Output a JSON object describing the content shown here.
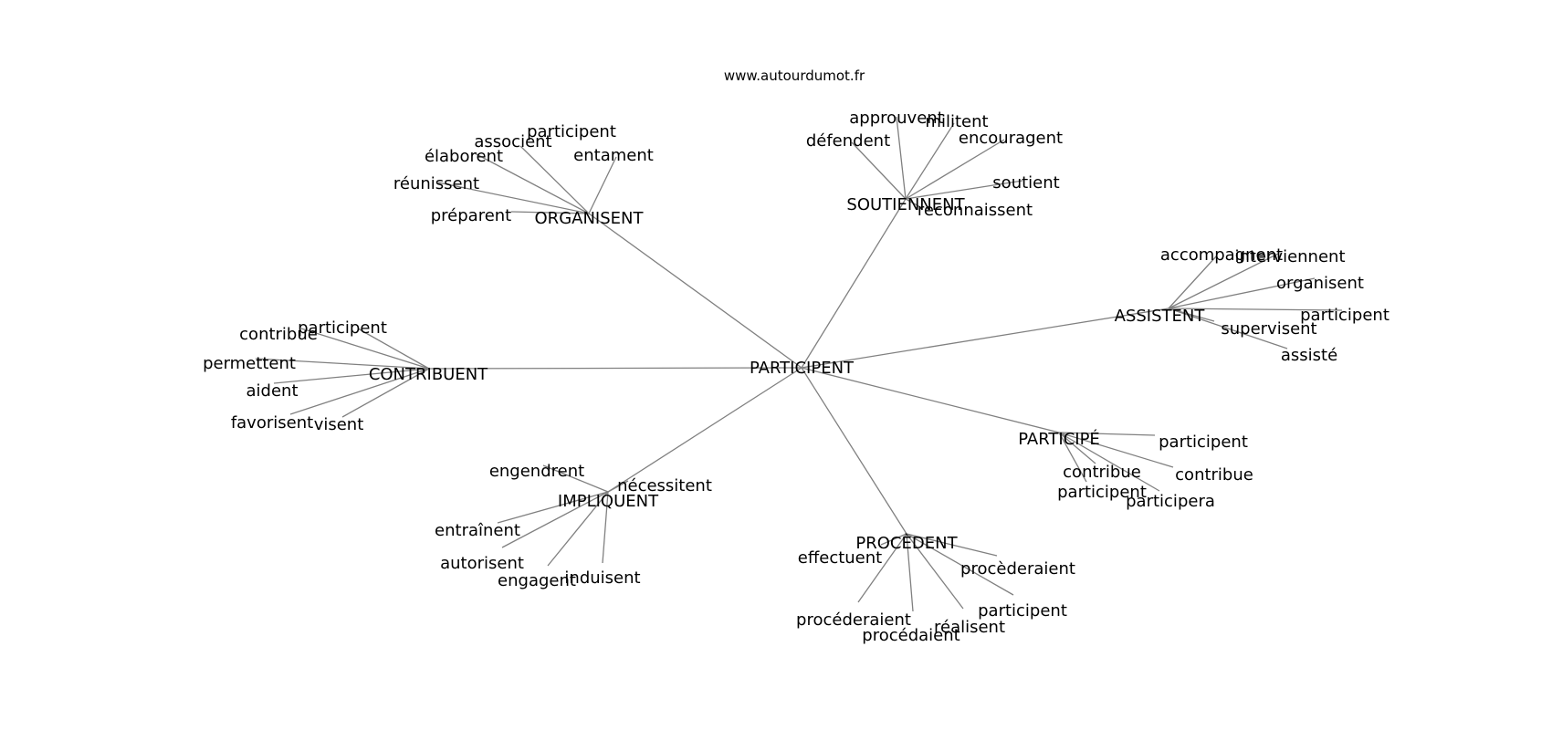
{
  "watermark": "www.autourdumot.fr",
  "colors": {
    "edge": "#808080",
    "text": "#000000",
    "background": "#ffffff"
  },
  "graph": {
    "center": "PARTICIPENT",
    "hubs": [
      {
        "id": "organisent",
        "label": "ORGANISENT",
        "leaves": [
          "participent",
          "associent",
          "élaborent",
          "entament",
          "réunissent",
          "préparent"
        ]
      },
      {
        "id": "soutiennent",
        "label": "SOUTIENNENT",
        "leaves": [
          "approuvent",
          "militent",
          "défendent",
          "encouragent",
          "soutient",
          "reconnaissent"
        ]
      },
      {
        "id": "assistent",
        "label": "ASSISTENT",
        "leaves": [
          "accompagnent",
          "interviennent",
          "organisent",
          "participent",
          "supervisent",
          "assisté"
        ]
      },
      {
        "id": "contribuent",
        "label": "CONTRIBUENT",
        "leaves": [
          "contribue",
          "participent",
          "permettent",
          "aident",
          "favorisent",
          "visent"
        ]
      },
      {
        "id": "participe",
        "label": "PARTICIPÉ",
        "leaves": [
          "participent",
          "contribue",
          "contribue",
          "participent",
          "participera"
        ]
      },
      {
        "id": "impliquent",
        "label": "IMPLIQUENT",
        "leaves": [
          "engendrent",
          "nécessitent",
          "entraînent",
          "autorisent",
          "engagent",
          "induisent"
        ]
      },
      {
        "id": "procedent",
        "label": "PROCÈDENT",
        "leaves": [
          "effectuent",
          "procèderaient",
          "participent",
          "procéderaient",
          "réalisent",
          "procédaient"
        ]
      }
    ]
  }
}
